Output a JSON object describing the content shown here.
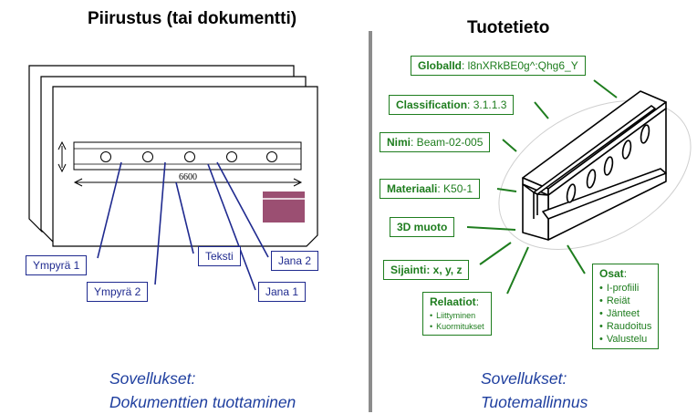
{
  "left": {
    "title": "Piirustus (tai dokumentti)",
    "dimension": "6600",
    "labels": {
      "circle1": "Ympyrä 1",
      "circle2": "Ympyrä 2",
      "text": "Teksti",
      "line2": "Jana 2",
      "line1": "Jana 1"
    },
    "applications_heading": "Sovellukset:",
    "applications_text": "Dokumenttien tuottaminen"
  },
  "right": {
    "title": "Tuotetieto",
    "globalid": {
      "label": "GlobalId",
      "value": ": l8nXRkBE0g^:Qhg6_Y"
    },
    "classification": {
      "label": "Classification",
      "value": ": 3.1.1.3"
    },
    "name": {
      "label": "Nimi",
      "value": ": Beam-02-005"
    },
    "material": {
      "label": "Materiaali",
      "value": ": K50-1"
    },
    "shape": {
      "label": "3D muoto"
    },
    "location": {
      "label": "Sijainti: x, y, z"
    },
    "relations": {
      "label": "Relaatiot",
      "suffix": ":",
      "items": [
        "Liittyminen",
        "Kuormitukset"
      ]
    },
    "parts": {
      "label": "Osat",
      "suffix": ":",
      "items": [
        "I-profiili",
        "Reiät",
        "Jänteet",
        "Raudoitus",
        "Valustelu"
      ]
    },
    "applications_heading": "Sovellukset:",
    "applications_text": "Tuotemallinnus"
  },
  "colors": {
    "blue_box": "#1f2a8f",
    "green": "#1e7d1e",
    "app_text": "#1f3f9f",
    "divider": "#8c8c8c",
    "stamp": "#9b4f72"
  }
}
